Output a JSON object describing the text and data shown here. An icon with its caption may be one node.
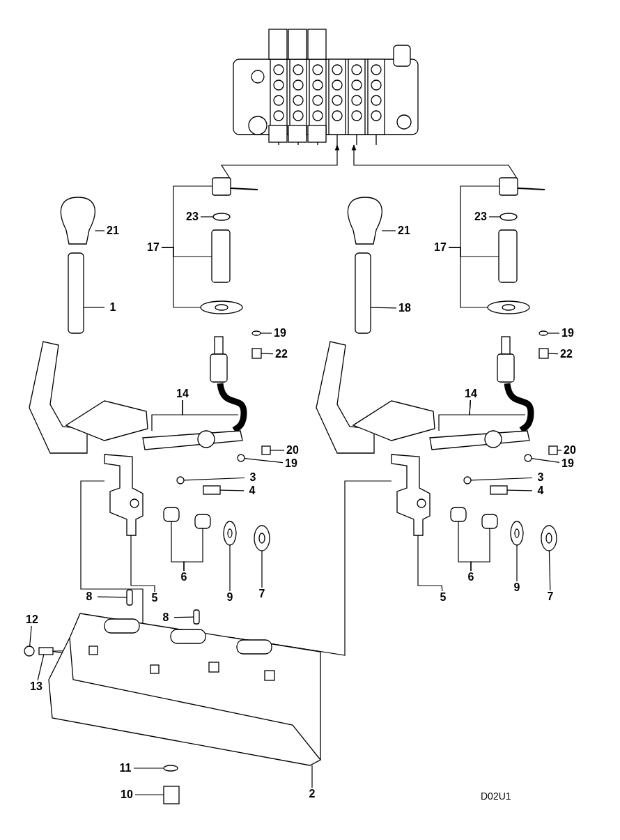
{
  "diagram": {
    "nodes": [
      {
        "text": [],
        "shape": "picture"
      },
      {
        "text": [],
        "shape": "picture"
      },
      {
        "text": [
          "23"
        ]
      },
      {
        "text": [],
        "shape": "circle"
      },
      {
        "text": [
          "21"
        ]
      },
      {
        "text": [],
        "shape": "picture"
      },
      {
        "text": [
          "17"
        ]
      },
      {
        "text": [],
        "shape": "box"
      },
      {
        "text": [],
        "shape": "picture"
      },
      {
        "text": [
          "1"
        ]
      },
      {
        "text": [],
        "shape": "box"
      },
      {
        "text": [
          "19"
        ]
      },
      {
        "text": [],
        "shape": "circle"
      },
      {
        "text": [
          "22"
        ]
      },
      {
        "text": [],
        "shape": "box"
      },
      {
        "text": [
          "14"
        ]
      },
      {
        "text": [],
        "shape": "picture"
      },
      {
        "text": [],
        "shape": "picture"
      },
      {
        "text": [
          "20"
        ]
      },
      {
        "text": [],
        "shape": "box"
      },
      {
        "text": [
          "19"
        ]
      },
      {
        "text": [],
        "shape": "circle"
      },
      {
        "text": [
          "3"
        ]
      },
      {
        "text": [],
        "shape": "circle"
      },
      {
        "text": [
          "4"
        ]
      },
      {
        "text": [],
        "shape": "box"
      },
      {
        "text": [],
        "shape": "picture"
      },
      {
        "text": [],
        "shape": "box"
      },
      {
        "text": [],
        "shape": "box"
      },
      {
        "text": [],
        "shape": "picture"
      },
      {
        "text": [],
        "shape": "picture"
      },
      {
        "text": [
          "6"
        ]
      },
      {
        "text": [
          "9"
        ]
      },
      {
        "text": [
          "7"
        ]
      },
      {
        "text": [
          "5"
        ]
      },
      {
        "text": [
          "8"
        ]
      },
      {
        "text": [],
        "shape": "box"
      },
      {
        "text": [
          "8"
        ]
      },
      {
        "text": [],
        "shape": "box"
      },
      {
        "text": [
          "12"
        ]
      },
      {
        "text": [],
        "shape": "circle"
      },
      {
        "text": [],
        "shape": "box"
      },
      {
        "text": [
          "13"
        ]
      },
      {
        "text": [],
        "shape": "picture"
      },
      {
        "text": [
          "11"
        ]
      },
      {
        "text": [],
        "shape": "circle"
      },
      {
        "text": [
          "10"
        ]
      },
      {
        "text": [],
        "shape": "box"
      },
      {
        "text": [
          "2"
        ]
      },
      {
        "text": [],
        "shape": "picture"
      },
      {
        "text": [
          "23"
        ]
      },
      {
        "text": [],
        "shape": "circle"
      },
      {
        "text": [
          "21"
        ]
      },
      {
        "text": [],
        "shape": "picture"
      },
      {
        "text": [
          "17"
        ]
      },
      {
        "text": [],
        "shape": "box"
      },
      {
        "text": [],
        "shape": "picture"
      },
      {
        "text": [
          "18"
        ]
      },
      {
        "text": [],
        "shape": "box"
      },
      {
        "text": [
          "19"
        ]
      },
      {
        "text": [],
        "shape": "circle"
      },
      {
        "text": [
          "22"
        ]
      },
      {
        "text": [],
        "shape": "box"
      },
      {
        "text": [
          "14"
        ]
      },
      {
        "text": [],
        "shape": "picture"
      },
      {
        "text": [],
        "shape": "picture"
      },
      {
        "text": [
          "20"
        ]
      },
      {
        "text": [],
        "shape": "box"
      },
      {
        "text": [
          "19"
        ]
      },
      {
        "text": [],
        "shape": "circle"
      },
      {
        "text": [
          "3"
        ]
      },
      {
        "text": [],
        "shape": "circle"
      },
      {
        "text": [
          "4"
        ]
      },
      {
        "text": [],
        "shape": "box"
      },
      {
        "text": [],
        "shape": "picture"
      },
      {
        "text": [],
        "shape": "box"
      },
      {
        "text": [],
        "shape": "box"
      },
      {
        "text": [],
        "shape": "picture"
      },
      {
        "text": [],
        "shape": "picture"
      },
      {
        "text": [
          "6"
        ]
      },
      {
        "text": [
          "9"
        ]
      },
      {
        "text": [
          "7"
        ]
      },
      {
        "text": [
          "5"
        ]
      },
      {
        "text": [],
        "shape": "box",
        "in": 43
      },
      {
        "text": [],
        "shape": "box",
        "in": 43
      }
    ],
    "edges": [
      {
        "from": 1,
        "to": 0,
        "arrow": "to"
      },
      {
        "from": 49,
        "to": 0,
        "arrow": "to"
      },
      {
        "from": 2,
        "to": 3,
        "arrow": "none"
      },
      {
        "from": 4,
        "to": 5,
        "arrow": "none"
      },
      {
        "from": 6,
        "to": 1,
        "arrow": "none"
      },
      {
        "from": 6,
        "to": 7,
        "arrow": "none"
      },
      {
        "from": 6,
        "to": 8,
        "arrow": "none"
      },
      {
        "from": 9,
        "to": 10,
        "arrow": "none"
      },
      {
        "from": 11,
        "to": 12,
        "arrow": "none"
      },
      {
        "from": 13,
        "to": 14,
        "arrow": "none"
      },
      {
        "from": 15,
        "to": 17,
        "arrow": "none"
      },
      {
        "from": 15,
        "to": 16,
        "arrow": "none"
      },
      {
        "from": 18,
        "to": 19,
        "arrow": "none"
      },
      {
        "from": 20,
        "to": 21,
        "arrow": "none"
      },
      {
        "from": 22,
        "to": 23,
        "arrow": "none"
      },
      {
        "from": 24,
        "to": 25,
        "arrow": "none"
      },
      {
        "from": 31,
        "to": 27,
        "arrow": "none"
      },
      {
        "from": 31,
        "to": 28,
        "arrow": "none"
      },
      {
        "from": 32,
        "to": 29,
        "arrow": "none"
      },
      {
        "from": 33,
        "to": 30,
        "arrow": "none"
      },
      {
        "from": 34,
        "to": 26,
        "arrow": "none"
      },
      {
        "from": 26,
        "to": 43,
        "arrow": "none"
      },
      {
        "from": 35,
        "to": 36,
        "arrow": "none"
      },
      {
        "from": 37,
        "to": 38,
        "arrow": "none"
      },
      {
        "from": 39,
        "to": 40,
        "arrow": "none"
      },
      {
        "from": 42,
        "to": 41,
        "arrow": "none"
      },
      {
        "from": 41,
        "to": 83,
        "arrow": "to"
      },
      {
        "from": 41,
        "to": 84,
        "arrow": "to"
      },
      {
        "from": 44,
        "to": 45,
        "arrow": "none"
      },
      {
        "from": 46,
        "to": 47,
        "arrow": "none"
      },
      {
        "from": 48,
        "to": 43,
        "arrow": "none"
      },
      {
        "from": 50,
        "to": 51,
        "arrow": "none"
      },
      {
        "from": 52,
        "to": 53,
        "arrow": "none"
      },
      {
        "from": 54,
        "to": 49,
        "arrow": "none"
      },
      {
        "from": 54,
        "to": 55,
        "arrow": "none"
      },
      {
        "from": 54,
        "to": 56,
        "arrow": "none"
      },
      {
        "from": 57,
        "to": 58,
        "arrow": "none"
      },
      {
        "from": 59,
        "to": 60,
        "arrow": "none"
      },
      {
        "from": 61,
        "to": 62,
        "arrow": "none"
      },
      {
        "from": 63,
        "to": 65,
        "arrow": "none"
      },
      {
        "from": 63,
        "to": 64,
        "arrow": "none"
      },
      {
        "from": 66,
        "to": 67,
        "arrow": "none"
      },
      {
        "from": 68,
        "to": 69,
        "arrow": "none"
      },
      {
        "from": 70,
        "to": 71,
        "arrow": "none"
      },
      {
        "from": 72,
        "to": 73,
        "arrow": "none"
      },
      {
        "from": 79,
        "to": 75,
        "arrow": "none"
      },
      {
        "from": 79,
        "to": 76,
        "arrow": "none"
      },
      {
        "from": 80,
        "to": 77,
        "arrow": "none"
      },
      {
        "from": 81,
        "to": 78,
        "arrow": "none"
      },
      {
        "from": 82,
        "to": 74,
        "arrow": "none"
      },
      {
        "from": 74,
        "to": 43,
        "arrow": "none"
      }
    ],
    "labels": [
      "D02U1"
    ]
  }
}
